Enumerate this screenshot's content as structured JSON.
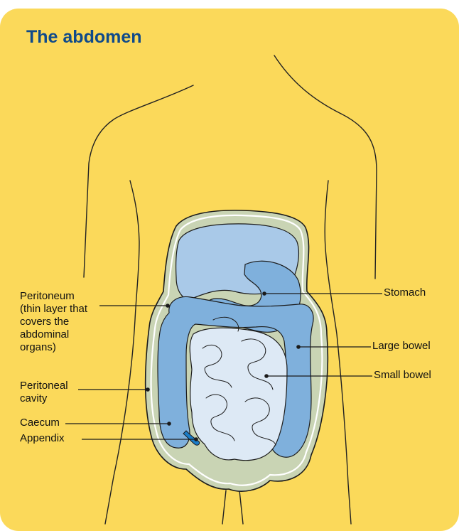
{
  "title": "The abdomen",
  "labels": {
    "peritoneum": [
      "Peritoneum",
      "(thin layer that",
      "covers the",
      "abdominal",
      "organs)"
    ],
    "peritoneal_cavity": [
      "Peritoneal",
      "cavity"
    ],
    "caecum": "Caecum",
    "appendix": "Appendix",
    "stomach": "Stomach",
    "large_bowel": "Large bowel",
    "small_bowel": "Small bowel"
  },
  "colors": {
    "background": "#fbd95a",
    "title": "#0f4a8a",
    "organ_blue": "#7fb0dc",
    "organ_light": "#a9c9e8",
    "small_bowel": "#dde9f5",
    "cavity": "#c9d4b4",
    "appendix": "#1a7cc7"
  }
}
